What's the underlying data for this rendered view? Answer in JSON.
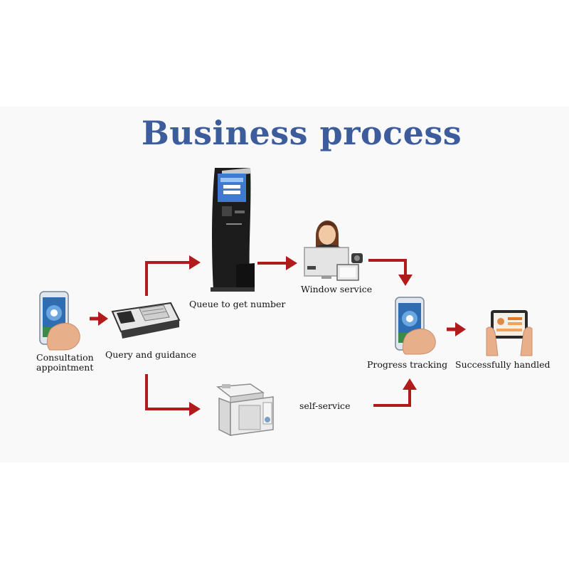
{
  "title": "Business process",
  "steps": {
    "consultation": "Consultation appointment",
    "query": "Query and guidance",
    "queue": "Queue to get number",
    "window": "Window service",
    "self_service": "self-service",
    "progress": "Progress tracking",
    "handled": "Successfully handled"
  },
  "colors": {
    "title": "#3d5c9c",
    "arrow": "#b01c1c"
  },
  "icons": {
    "consultation": "phone-in-hand-icon",
    "query": "card-reader-icon",
    "queue": "queue-kiosk-icon",
    "window": "service-agent-icon",
    "self_service": "self-service-terminal-icon",
    "progress": "phone-in-hand-icon",
    "handled": "tablet-in-hands-icon"
  }
}
